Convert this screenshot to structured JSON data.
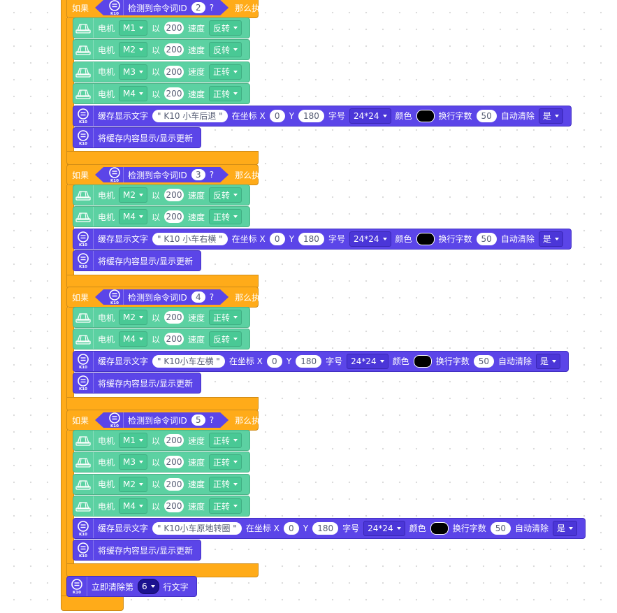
{
  "colors": {
    "control": "#ffab19",
    "motor": "#5cd1a2",
    "k10": "#5b45e8",
    "swatch": "#000000"
  },
  "icons": {
    "motor": "car-motor-icon",
    "k10": "k10-board-icon"
  },
  "labels": {
    "if": "如果",
    "detect": "检测到命令词ID",
    "question": "?",
    "then": "那么执行",
    "motor": "电机",
    "with": "以",
    "speed": "速度",
    "cache_text": "缓存显示文字",
    "at_x": "在坐标 X",
    "y": "Y",
    "font_size": "字号",
    "color": "颜色",
    "wrap": "换行字数",
    "auto_clear": "自动清除",
    "refresh": "将缓存内容显示/显示更新",
    "clear_line": "立即清除第",
    "line_text": "行文字",
    "k10_tag": "K10"
  },
  "groups": [
    {
      "cmd_id": "2",
      "motors": [
        {
          "port": "M1",
          "speed": "200",
          "dir": "反转"
        },
        {
          "port": "M2",
          "speed": "200",
          "dir": "反转"
        },
        {
          "port": "M3",
          "speed": "200",
          "dir": "正转"
        },
        {
          "port": "M4",
          "speed": "200",
          "dir": "正转"
        }
      ],
      "text": {
        "content": "\" K10 小车后退 \"",
        "x": "0",
        "y": "180",
        "size": "24*24",
        "wrap": "50",
        "clear": "是"
      }
    },
    {
      "cmd_id": "3",
      "motors": [
        {
          "port": "M2",
          "speed": "200",
          "dir": "反转"
        },
        {
          "port": "M4",
          "speed": "200",
          "dir": "正转"
        }
      ],
      "text": {
        "content": "\" K10 小车右横 \"",
        "x": "0",
        "y": "180",
        "size": "24*24",
        "wrap": "50",
        "clear": "是"
      }
    },
    {
      "cmd_id": "4",
      "motors": [
        {
          "port": "M2",
          "speed": "200",
          "dir": "正转"
        },
        {
          "port": "M4",
          "speed": "200",
          "dir": "反转"
        }
      ],
      "text": {
        "content": "\" K10小车左横 \"",
        "x": "0",
        "y": "180",
        "size": "24*24",
        "wrap": "50",
        "clear": "是"
      }
    },
    {
      "cmd_id": "5",
      "motors": [
        {
          "port": "M1",
          "speed": "200",
          "dir": "正转"
        },
        {
          "port": "M3",
          "speed": "200",
          "dir": "正转"
        },
        {
          "port": "M2",
          "speed": "200",
          "dir": "正转"
        },
        {
          "port": "M4",
          "speed": "200",
          "dir": "正转"
        }
      ],
      "text": {
        "content": "\" K10小车原地转圈 \"",
        "x": "0",
        "y": "180",
        "size": "24*24",
        "wrap": "50",
        "clear": "是"
      }
    }
  ],
  "clear_line_number": "6"
}
